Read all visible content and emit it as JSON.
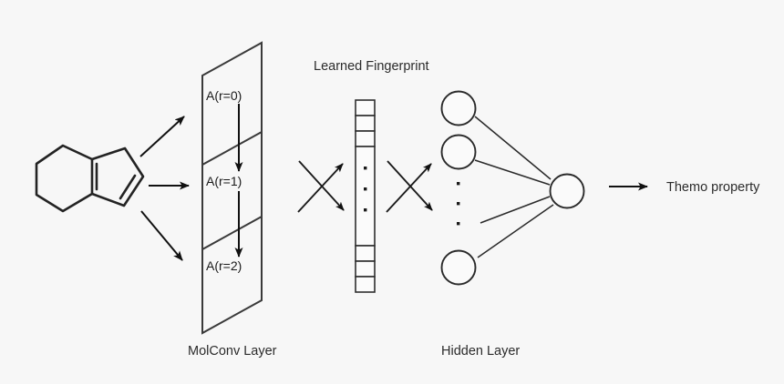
{
  "figure": {
    "title": "Molecular convolution network architecture diagram",
    "background_color": "#f7f7f7",
    "ink_color": "#1f1f1f"
  },
  "labels": {
    "learned_fingerprint": "Learned Fingerprint",
    "molconv_layer": "MolConv Layer",
    "hidden_layer": "Hidden Layer",
    "output_property": "Themo property"
  },
  "planes": [
    {
      "label": "A(r=0)"
    },
    {
      "label": "A(r=1)"
    },
    {
      "label": "A(r=2)"
    }
  ],
  "fingerprint": {
    "top_cells": 3,
    "bottom_cells": 3,
    "ellipsis_dots": 3
  },
  "hidden_layer": {
    "visible_neurons": 3,
    "ellipsis_dots": 3,
    "output_neurons": 1
  },
  "molecule": {
    "name": "bicyclic-hydrocarbon",
    "rings": 2,
    "double_bonds": 2
  },
  "arrows": {
    "molecule_to_planes": 3,
    "plane_to_plane": 2,
    "fingerprint_in_crossings": 2,
    "fingerprint_out_crossings": 2,
    "output_arrow": 1
  }
}
